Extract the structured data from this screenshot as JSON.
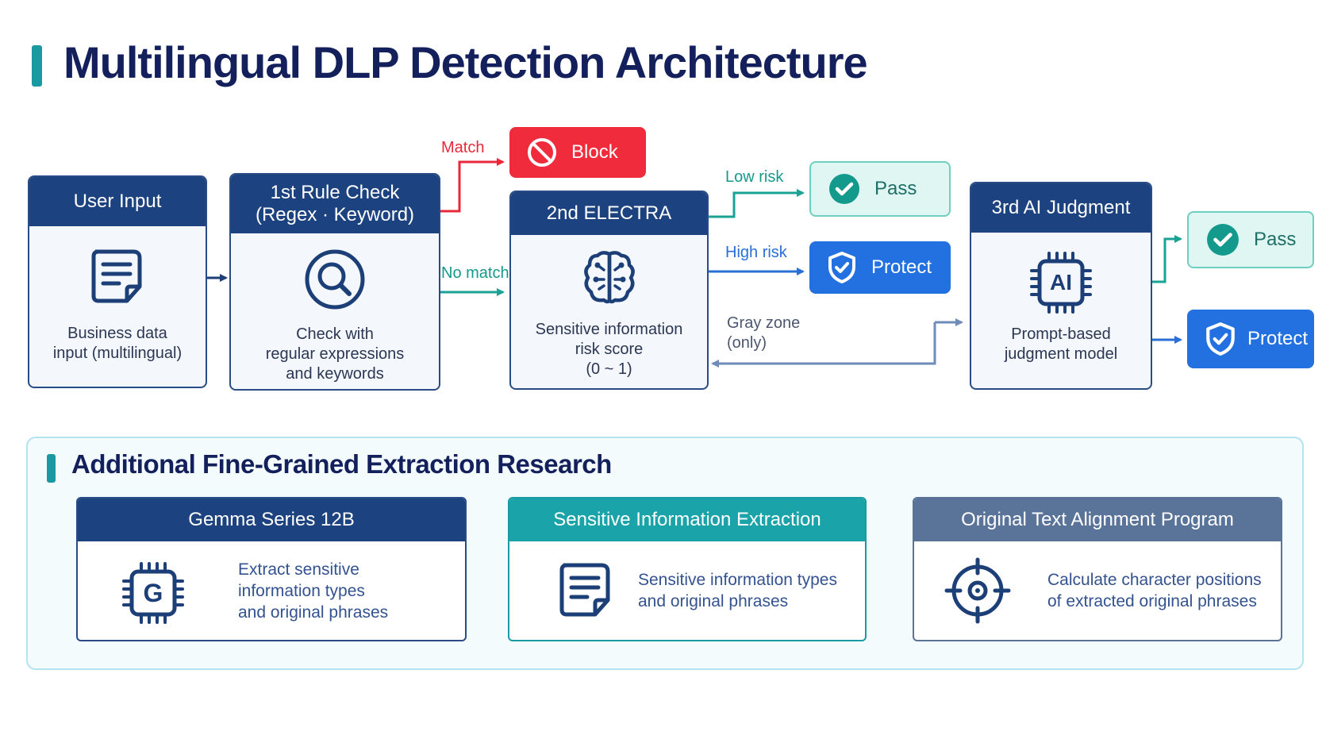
{
  "title": "Multilingual DLP Detection Architecture",
  "pipeline": {
    "user_input": {
      "heading": "User Input",
      "text_lines": [
        "Business data",
        "input (multilingual)"
      ],
      "icon": "document-icon"
    },
    "rule_check": {
      "heading_lines": [
        "1st Rule Check",
        "(Regex · Keyword)"
      ],
      "text_lines": [
        "Check with",
        "regular expressions",
        "and keywords"
      ],
      "icon": "search-icon"
    },
    "electra": {
      "heading": "2nd ELECTRA",
      "text_lines": [
        "Sensitive information",
        "risk score",
        "(0 ~ 1)"
      ],
      "icon": "brain-circuit-icon"
    },
    "ai_judgment": {
      "heading": "3rd AI Judgment",
      "text_lines": [
        "Prompt-based",
        "judgment model"
      ],
      "icon": "ai-chip-icon",
      "icon_text": "AI"
    }
  },
  "outcomes": {
    "block": "Block",
    "pass_low": "Pass",
    "protect_high": "Protect",
    "pass_ai": "Pass",
    "protect_ai": "Protect"
  },
  "edge_labels": {
    "match": "Match",
    "no_match": "No match",
    "low_risk": "Low risk",
    "high_risk": "High risk",
    "gray_zone_lines": [
      "Gray zone",
      "(only)"
    ]
  },
  "research": {
    "title": "Additional Fine-Grained Extraction Research",
    "cards": [
      {
        "heading": "Gemma Series 12B",
        "text_lines": [
          "Extract sensitive",
          "information types",
          "and original phrases"
        ],
        "icon": "g-chip-icon",
        "icon_text": "G"
      },
      {
        "heading": "Sensitive Information Extraction",
        "text_lines": [
          "Sensitive information types",
          "and original phrases"
        ],
        "icon": "document-icon"
      },
      {
        "heading": "Original Text Alignment Program",
        "text_lines": [
          "Calculate character positions",
          "of extracted original phrases"
        ],
        "icon": "crosshair-icon"
      }
    ]
  },
  "colors": {
    "navy": "#1c437f",
    "teal": "#1aa3a8",
    "slate": "#5a7399",
    "block_red": "#ef2b3c",
    "protect_blue": "#2370e0",
    "pass_mint": "#dff6f2"
  }
}
